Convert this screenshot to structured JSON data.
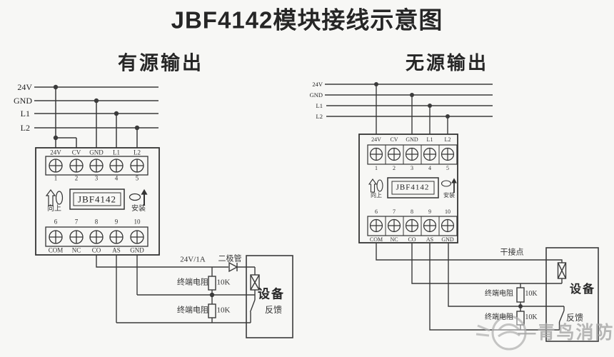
{
  "title": "JBF4142模块接线示意图",
  "watermark": {
    "dash": "—",
    "text": "青鸟消防"
  },
  "left": {
    "header": "有源输出",
    "bus": [
      "24V",
      "GND",
      "L1",
      "L2"
    ],
    "module": {
      "model": "JBF4142",
      "up": "向上",
      "install": "安装",
      "top_labels": [
        "24V",
        "CV",
        "GND",
        "L1",
        "L2"
      ],
      "top_numbers": [
        "1",
        "2",
        "3",
        "4",
        "5"
      ],
      "bottom_numbers": [
        "6",
        "7",
        "8",
        "9",
        "10"
      ],
      "bottom_labels": [
        "COM",
        "NC",
        "CO",
        "AS",
        "GND"
      ]
    },
    "labels": {
      "power": "24V/1A",
      "diode": "二极管",
      "res1": "终端电阻",
      "res1_val": "10K",
      "res2": "终端电阻",
      "res2_val": "10K",
      "device": "设备",
      "feedback": "反馈"
    }
  },
  "right": {
    "header": "无源输出",
    "bus": [
      "24V",
      "GND",
      "L1",
      "L2"
    ],
    "module": {
      "model": "JBF4142",
      "up": "向上",
      "install": "安装",
      "top_labels": [
        "24V",
        "CV",
        "GND",
        "L1",
        "L2"
      ],
      "top_numbers": [
        "1",
        "2",
        "3",
        "4",
        "5"
      ],
      "bottom_numbers": [
        "6",
        "7",
        "8",
        "9",
        "10"
      ],
      "bottom_labels": [
        "COM",
        "NC",
        "CO",
        "AS",
        "GND"
      ]
    },
    "labels": {
      "dry_contact": "干接点",
      "res1": "终端电阻",
      "res1_val": "10K",
      "res2": "终端电阻",
      "res2_val": "10K",
      "device": "设备",
      "feedback": "反馈"
    }
  }
}
